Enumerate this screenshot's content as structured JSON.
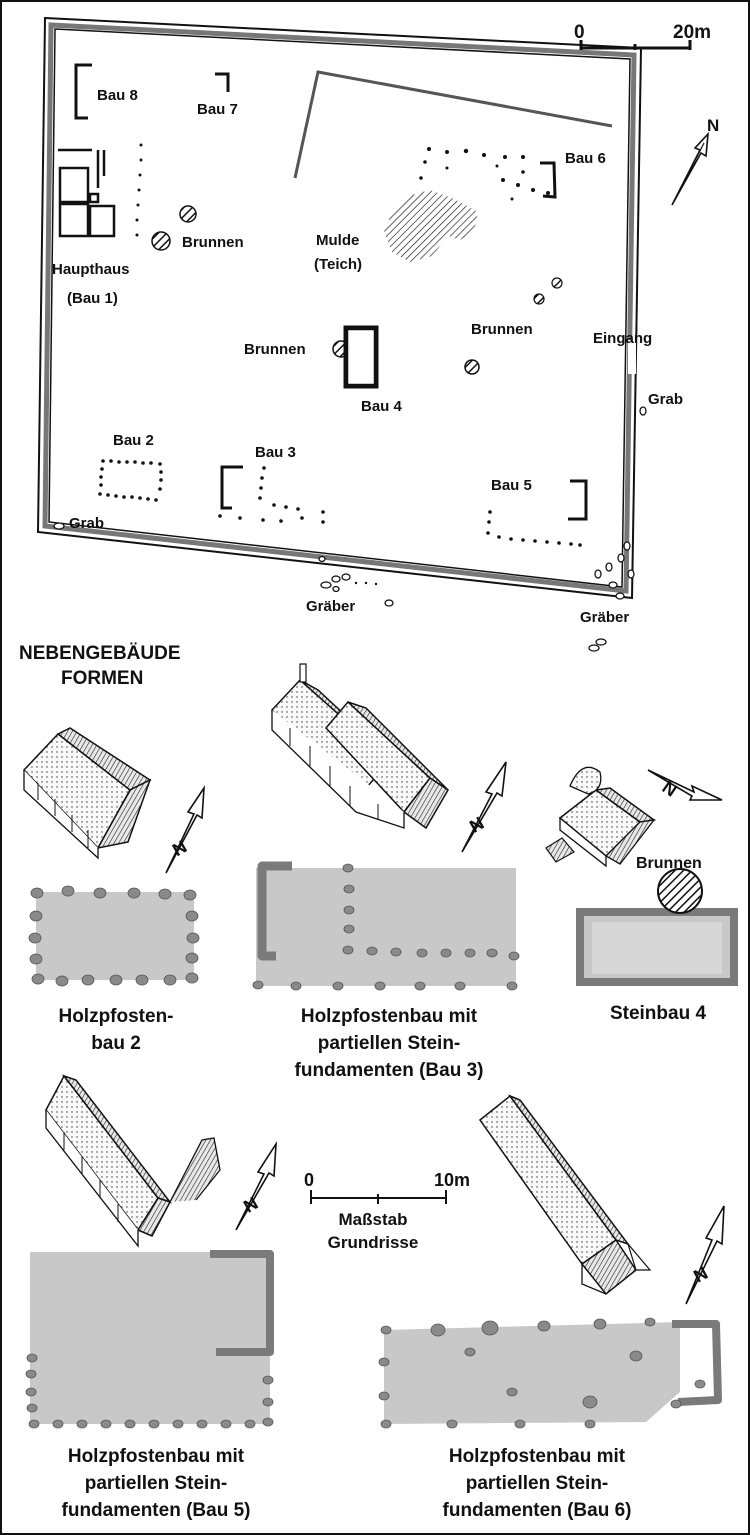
{
  "site_plan": {
    "scale_bar": {
      "zero": "0",
      "max": "20m"
    },
    "north": "N",
    "labels": {
      "bau8": "Bau 8",
      "bau7": "Bau 7",
      "brunnen_west": "Brunnen",
      "haupthaus": "Haupthaus",
      "bau1": "(Bau 1)",
      "mulde": "Mulde",
      "teich": "(Teich)",
      "bau6": "Bau 6",
      "brunnen_east": "Brunnen",
      "eingang": "Eingang",
      "brunnen_center": "Brunnen",
      "bau4": "Bau 4",
      "grab_east": "Grab",
      "bau2": "Bau 2",
      "bau3": "Bau 3",
      "bau5": "Bau 5",
      "grab_west": "Grab",
      "graeber_center": "Gräber",
      "graeber_east": "Gräber"
    }
  },
  "forms": {
    "heading_line1": "NEBENGEBÄUDE",
    "heading_line2": "FORMEN",
    "north": "N",
    "bau2_caption": [
      "Holzpfosten-",
      "bau 2"
    ],
    "bau3_caption": [
      "Holzpfostenbau mit",
      "partiellen Stein-",
      "fundamenten (Bau 3)"
    ],
    "bau4_caption": [
      "Steinbau 4"
    ],
    "bau4_well": "Brunnen",
    "bau5_caption": [
      "Holzpfostenbau mit",
      "partiellen Stein-",
      "fundamenten (Bau 5)"
    ],
    "bau6_caption": [
      "Holzpfostenbau mit",
      "partiellen Stein-",
      "fundamenten (Bau 6)"
    ],
    "scale_bar": {
      "zero": "0",
      "max": "10m",
      "label_line1": "Maßstab",
      "label_line2": "Grundrisse"
    }
  },
  "colors": {
    "wall": "#7a7a7a",
    "floor": "#c8c8c8",
    "ink": "#111111",
    "post": "#8a8a8a"
  }
}
